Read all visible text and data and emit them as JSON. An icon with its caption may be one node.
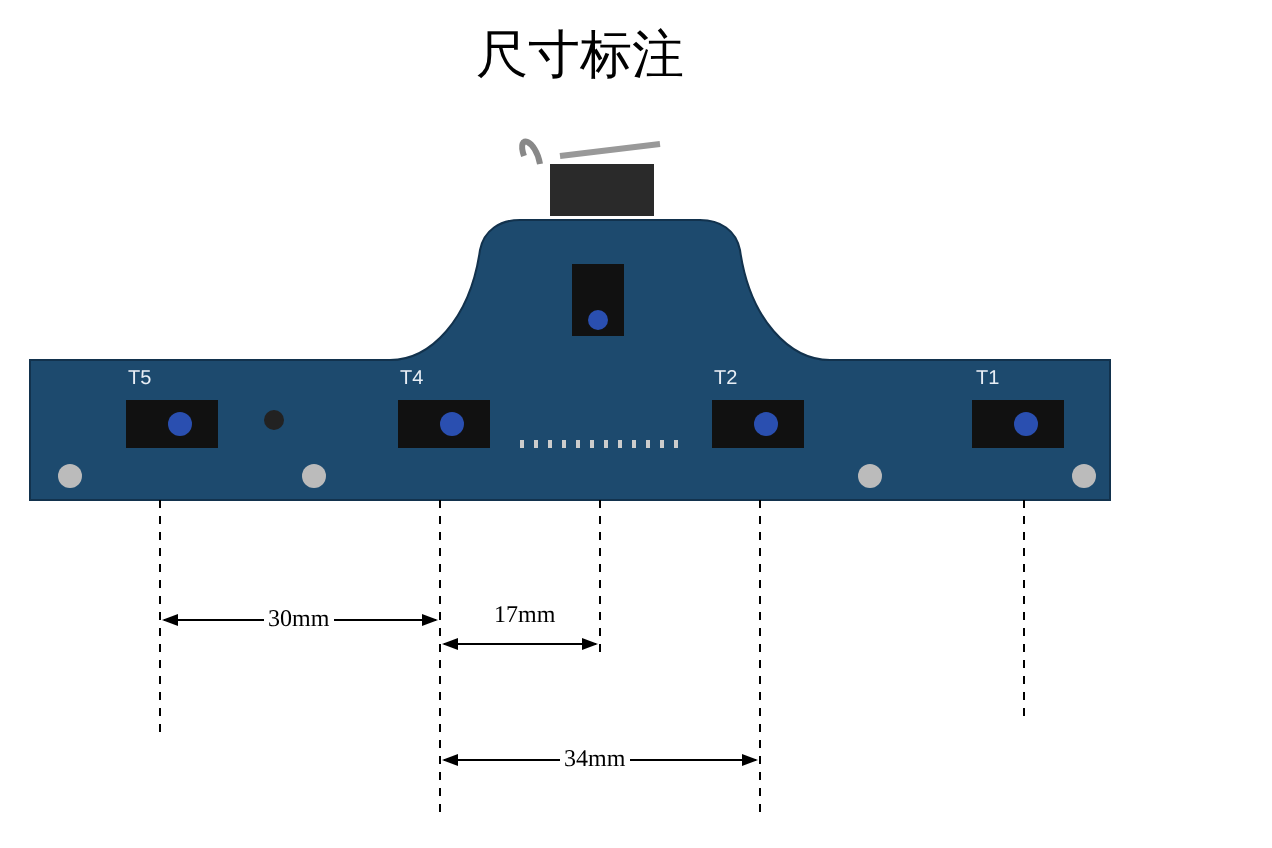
{
  "diagram": {
    "title": "尺寸标注",
    "labels": [
      "T5",
      "T4",
      "T2",
      "T1",
      "30mm",
      "17mm",
      "34mm"
    ]
  }
}
